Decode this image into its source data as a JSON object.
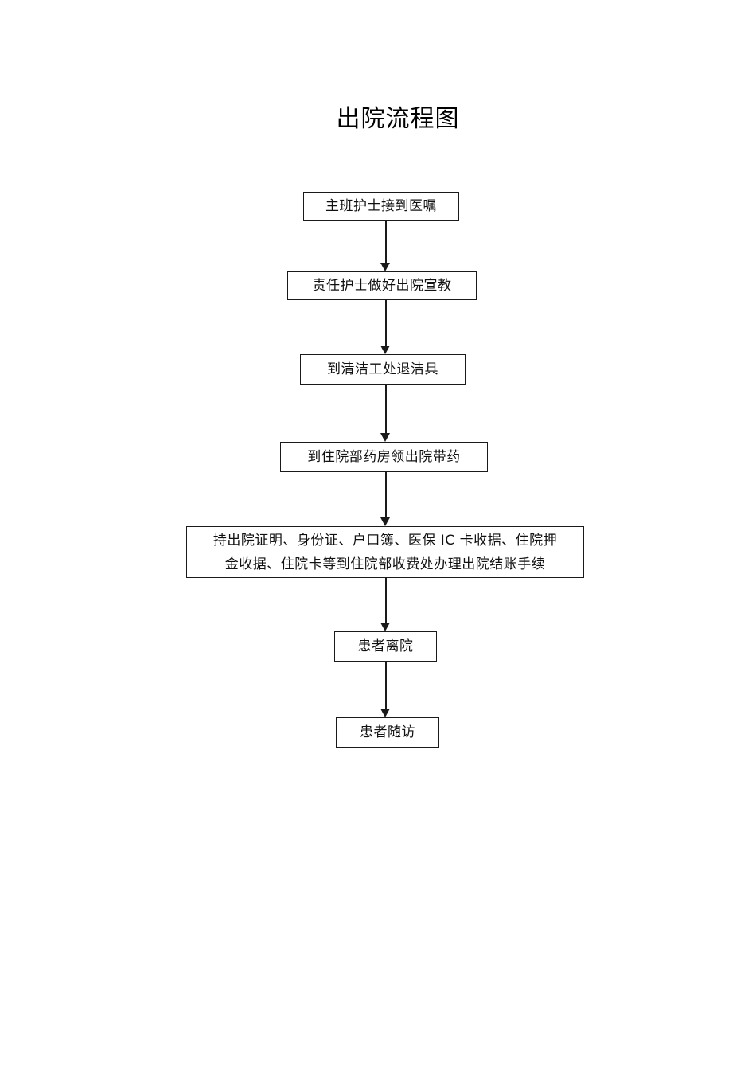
{
  "document": {
    "title": "出院流程图",
    "background_color": "#ffffff",
    "text_color": "#111111",
    "line_color": "#1a1a1a"
  },
  "flowchart": {
    "type": "flowchart",
    "orientation": "top-to-bottom",
    "title": "出院流程图",
    "nodes": [
      {
        "id": "node-1",
        "label": "主班护士接到医嘱"
      },
      {
        "id": "node-2",
        "label": "责任护士做好出院宣教"
      },
      {
        "id": "node-3",
        "label": "到清洁工处退洁具"
      },
      {
        "id": "node-4",
        "label": "到住院部药房领出院带药"
      },
      {
        "id": "node-5",
        "label": "持出院证明、身份证、户口簿、医保 IC 卡收据、住院押\n金收据、住院卡等到住院部收费处办理出院结账手续"
      },
      {
        "id": "node-6",
        "label": "患者离院"
      },
      {
        "id": "node-7",
        "label": "患者随访"
      }
    ],
    "edges": [
      {
        "from": "node-1",
        "to": "node-2",
        "arrow": "down"
      },
      {
        "from": "node-2",
        "to": "node-3",
        "arrow": "down"
      },
      {
        "from": "node-3",
        "to": "node-4",
        "arrow": "down"
      },
      {
        "from": "node-4",
        "to": "node-5",
        "arrow": "down"
      },
      {
        "from": "node-5",
        "to": "node-6",
        "arrow": "down"
      },
      {
        "from": "node-6",
        "to": "node-7",
        "arrow": "down"
      }
    ]
  }
}
